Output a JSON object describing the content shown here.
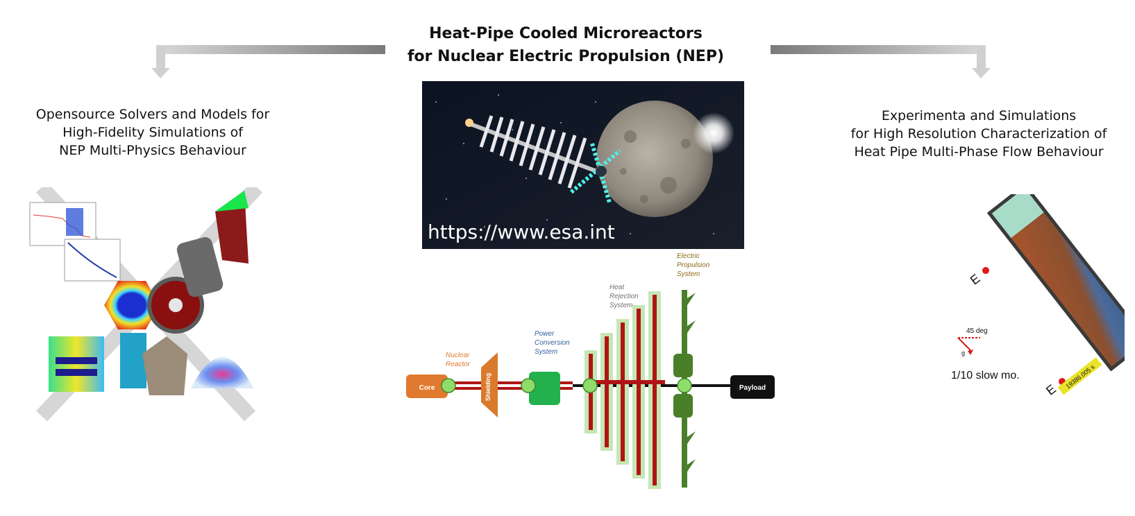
{
  "title": {
    "line1": "Heat-Pipe Cooled Microreactors",
    "line2": "for Nuclear Electric Propulsion (NEP)"
  },
  "left_panel": {
    "line1": "Opensource Solvers and Models for",
    "line2": "High-Fidelity Simulations of",
    "line3": "NEP Multi-Physics Behaviour"
  },
  "right_panel": {
    "line1": "Experimenta and Simulations",
    "line2": "for High Resolution Characterization of",
    "line3": "Heat Pipe Multi-Phase Flow Behaviour",
    "angle_label": "45 deg",
    "gravity_label": "g",
    "sensor_label": "E",
    "caption": "1/10 slow mo.",
    "timestamp": "19386.005 s"
  },
  "center_image": {
    "watermark": "https://www.esa.int"
  },
  "schematic": {
    "core": "Core",
    "reactor_label": [
      "Nuclear",
      "Reactor"
    ],
    "shielding": "Shielding",
    "power_label": [
      "Power",
      "Conversion",
      "System"
    ],
    "heat_label": [
      "Heat",
      "Rejection",
      "System"
    ],
    "electric_label": [
      "Electric",
      "Propulsion",
      "System"
    ],
    "payload": "Payload"
  },
  "colors": {
    "arrow_gray": "#b8b8b8",
    "core_orange": "#e07a2e",
    "shield_orange": "#d97a2c",
    "conversion_green": "#22b14c",
    "radiator_red": "#b01515",
    "radiator_fill": "#c6e6b5",
    "propulsion_green": "#4a7f2a",
    "payload_black": "#111111",
    "label_orange": "#e07a2e",
    "label_blue": "#2e5f9c",
    "label_gray": "#707070",
    "label_olive": "#8a6a14"
  }
}
